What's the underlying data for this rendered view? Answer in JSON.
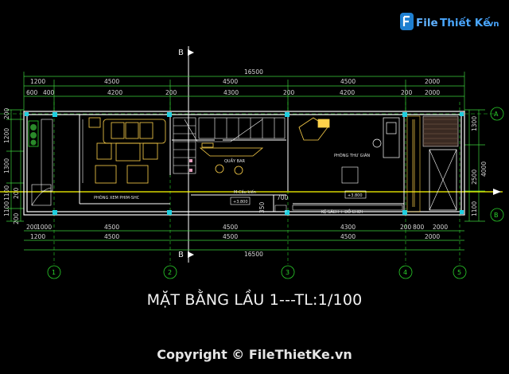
{
  "logo": {
    "file": "File",
    "rest": "Thiết Kế",
    "tld": ".vn"
  },
  "title": "MẶT BẰNG LẦU 1---TL:1/100",
  "copyright": "Copyright © FileThietKe.vn",
  "section_markers": [
    "B",
    "B"
  ],
  "grid_axes_horizontal": [
    "1",
    "2",
    "3",
    "4",
    "5"
  ],
  "grid_axes_vertical": [
    "A",
    "B"
  ],
  "dimensions": {
    "top_total": "16500",
    "top_row1": [
      "1200",
      "4500",
      "4500",
      "4500",
      "2000"
    ],
    "top_row2": [
      "600",
      "400",
      "4200",
      "200",
      "4300",
      "200",
      "4200",
      "200",
      "2000"
    ],
    "bottom_row1": [
      "200",
      "1000",
      "4500",
      "4500",
      "4300",
      "200",
      "800",
      "2000"
    ],
    "bottom_row2": [
      "1200",
      "4500",
      "4500",
      "4500",
      "2000"
    ],
    "bottom_total": "16500",
    "left": [
      "200",
      "1200",
      "1300",
      "1100",
      "200",
      "1100",
      "200"
    ],
    "right": [
      "1300",
      "4000",
      "2500",
      "1100"
    ],
    "inner": [
      "700",
      "350"
    ]
  },
  "rooms": {
    "tv_room": "PHÒNG XEM PHIM-SHC",
    "bar": "QUẦY BAR",
    "library": "PHÒNG THƯ GIÃN",
    "shelf": "KỆ SÁCH + ĐỒ CHƠI",
    "bar_note": "M-Cầu kiến"
  },
  "levels": [
    "+3.800",
    "+3.800"
  ],
  "colors": {
    "background": "#000000",
    "wall": "#ffffff",
    "grid": "#2bd42b",
    "axis": "#ffff00",
    "column": "#1ecfe0",
    "furniture": "#ffd24a",
    "dim": "#d8d8d8"
  }
}
